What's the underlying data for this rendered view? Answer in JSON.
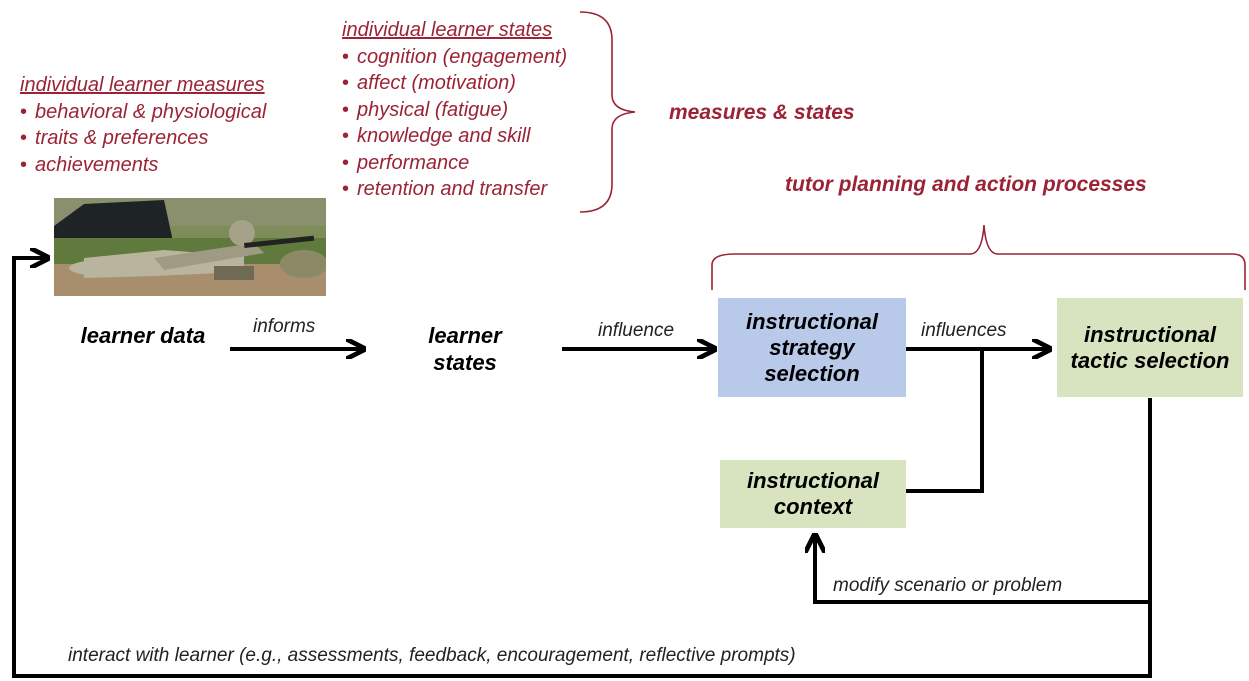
{
  "measures": {
    "header": "individual learner measures",
    "items": [
      "behavioral & physiological",
      "traits & preferences",
      "achievements"
    ]
  },
  "states": {
    "header": "individual learner states",
    "items": [
      "cognition (engagement)",
      "affect (motivation)",
      "physical (fatigue)",
      "knowledge and skill",
      "performance",
      "retention and transfer"
    ]
  },
  "measures_states_label": "measures & states",
  "tutor_label": "tutor planning and action processes",
  "nodes": {
    "learner_data": "learner data",
    "learner_states": "learner states",
    "strategy": "instructional strategy selection",
    "tactic": "instructional tactic selection",
    "context": "instructional context"
  },
  "edges": {
    "informs": "informs",
    "influence": "influence",
    "influences": "influences",
    "modify": "modify scenario or problem",
    "interact": "interact with learner (e.g.,  assessments, feedback, encouragement, reflective prompts)"
  },
  "photo": {
    "subject": "soldier-prone-with-rifle",
    "colors": {
      "sky": "#8a8f6e",
      "tent": "#1e2326",
      "grass": "#5f7a3c",
      "ground": "#a88e6c",
      "uniform": "#b9b49d"
    }
  },
  "colors": {
    "accent_red": "#9b2335",
    "strategy_box": "#b8c9e9",
    "green_box": "#d8e4bf",
    "arrow": "#000000"
  }
}
